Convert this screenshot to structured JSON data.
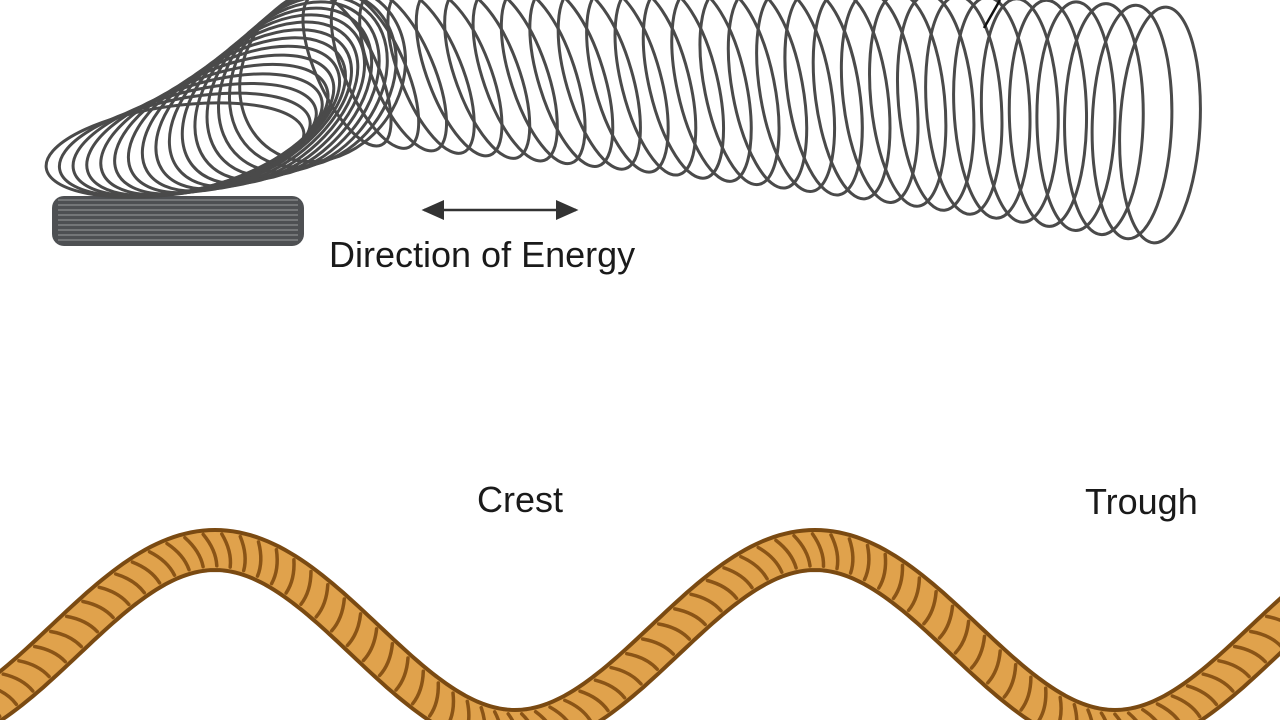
{
  "diagram": {
    "slinky": {
      "direction_label": "Direction of Energy",
      "coil_color": "#4a4a4a",
      "base_color": "#5a5c5f"
    },
    "rope": {
      "crest_label": "Crest",
      "trough_label": "Trough",
      "fill_color": "#e0a24c",
      "outline_color": "#7a4a12"
    }
  }
}
